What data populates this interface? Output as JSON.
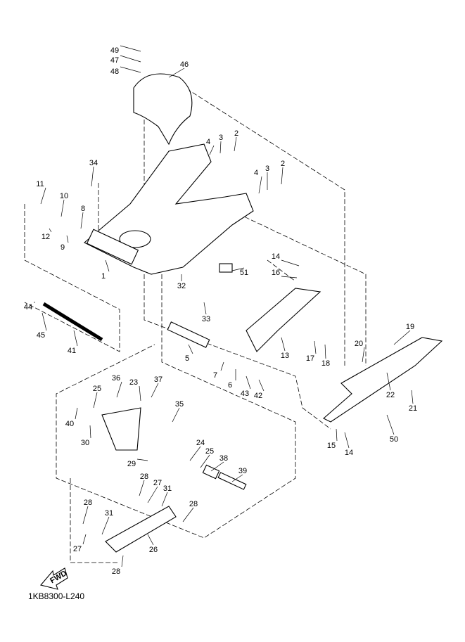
{
  "diagram": {
    "callouts": [
      "49",
      "47",
      "48",
      "46",
      "2",
      "3",
      "4",
      "34",
      "2",
      "3",
      "4",
      "11",
      "10",
      "8",
      "12",
      "9",
      "1",
      "14",
      "16",
      "51",
      "32",
      "33",
      "19",
      "44",
      "45",
      "41",
      "5",
      "13",
      "17",
      "18",
      "20",
      "7",
      "6",
      "43",
      "42",
      "22",
      "21",
      "36",
      "37",
      "23",
      "25",
      "40",
      "35",
      "30",
      "50",
      "15",
      "14",
      "24",
      "25",
      "29",
      "38",
      "39",
      "28",
      "27",
      "31",
      "28",
      "28",
      "31",
      "27",
      "26",
      "28"
    ],
    "fwd_label": "FWD",
    "diagram_code": "1KB8300-L240"
  }
}
